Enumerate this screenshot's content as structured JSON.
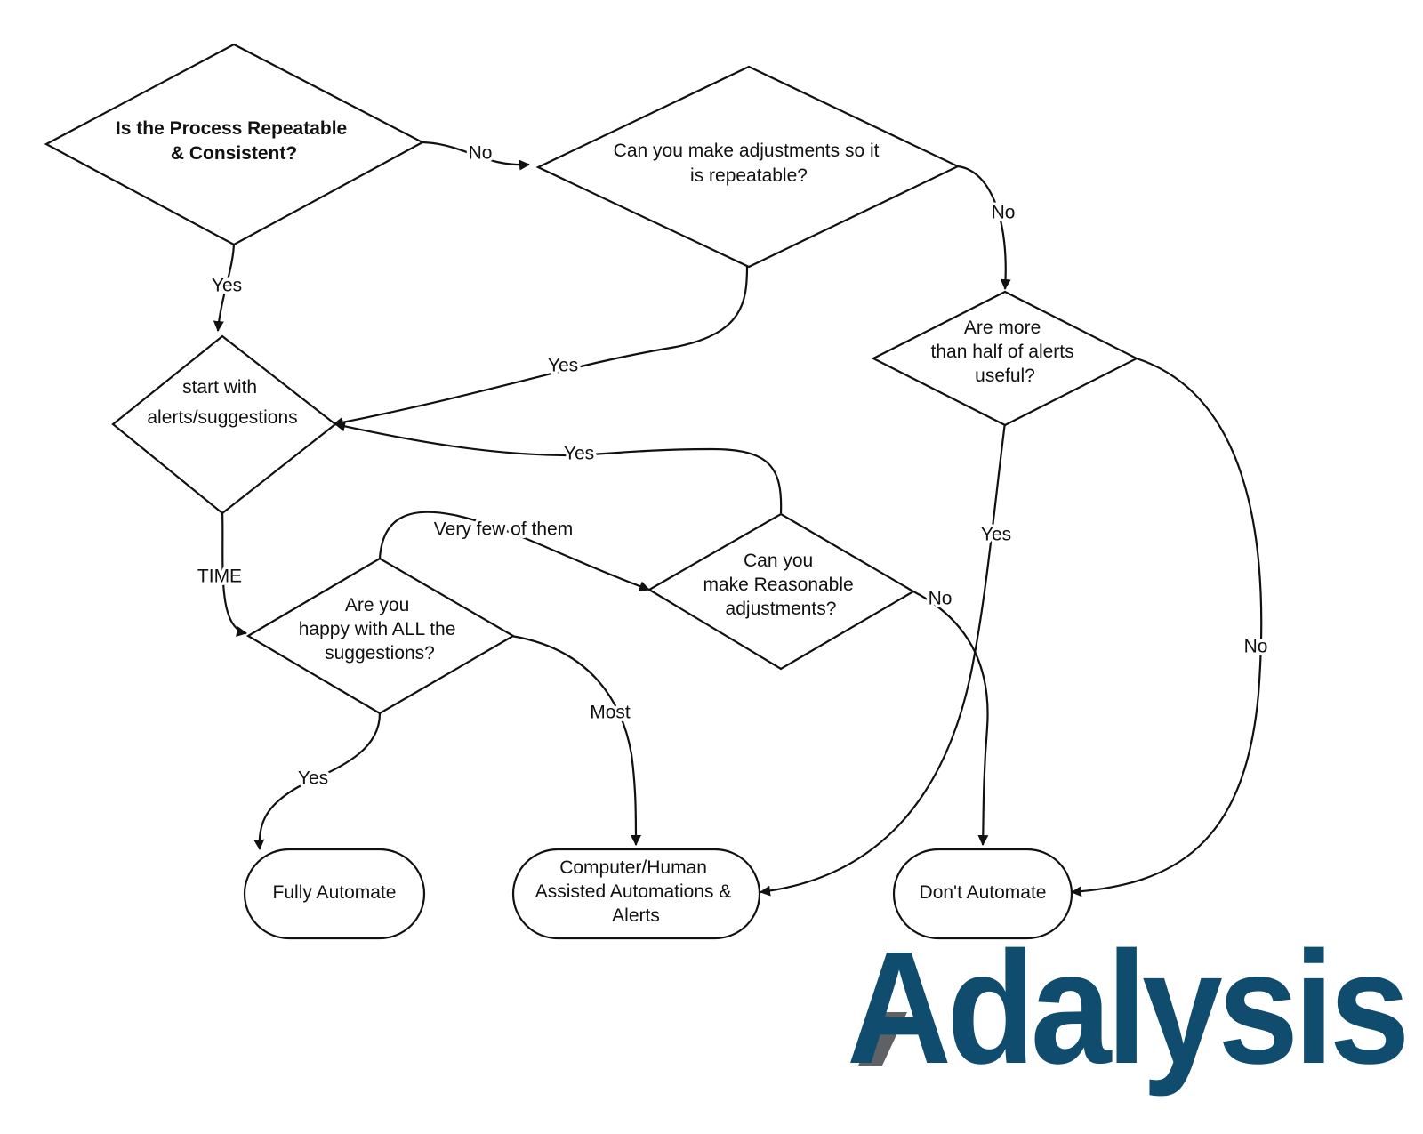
{
  "nodes": {
    "repeatable": {
      "lines": [
        "Is the Process Repeatable",
        "& Consistent?"
      ]
    },
    "adjust_repeatable": {
      "lines": [
        "Can you make adjustments so it",
        "is repeatable?"
      ]
    },
    "alerts_useful": {
      "lines": [
        "Are more",
        "than half of alerts",
        "useful?"
      ]
    },
    "start_alerts": {
      "lines": [
        "start with",
        "alerts/suggestions"
      ]
    },
    "happy_suggestions": {
      "lines": [
        "Are you",
        "happy with ALL the",
        "suggestions?"
      ]
    },
    "reasonable_adjust": {
      "lines": [
        "Can you",
        "make Reasonable",
        "adjustments?"
      ]
    },
    "fully_automate": {
      "lines": [
        "Fully Automate"
      ]
    },
    "assisted": {
      "lines": [
        "Computer/Human",
        "Assisted Automations &",
        "Alerts"
      ]
    },
    "dont_automate": {
      "lines": [
        "Don't Automate"
      ]
    }
  },
  "edges": {
    "repeatable_no": "No",
    "repeatable_yes": "Yes",
    "adjust_no": "No",
    "adjust_yes": "Yes",
    "alerts_yes": "Yes",
    "alerts_no": "No",
    "time": "TIME",
    "very_few": "Very few of them",
    "reasonable_yes": "Yes",
    "reasonable_no": "No",
    "happy_yes": "Yes",
    "happy_most": "Most"
  },
  "logo": {
    "text": "Adalysis",
    "color": "#0f4c6e",
    "accent_color": "#5e6266"
  },
  "colors": {
    "stroke": "#111111",
    "background": "#ffffff"
  }
}
